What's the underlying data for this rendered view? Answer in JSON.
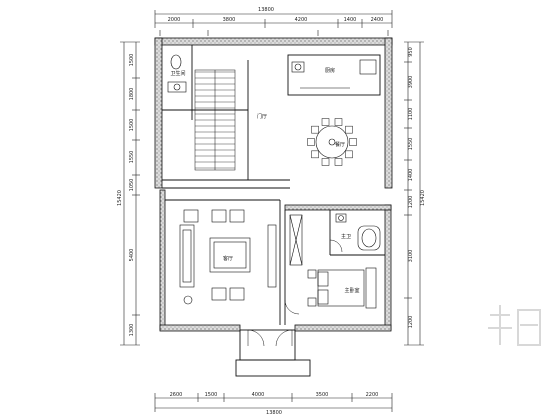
{
  "drawing": {
    "type": "floor-plan",
    "background": "#ffffff",
    "line_color": "#111111",
    "wall_fill": "#cfcfcf",
    "watermark_color": "#d8d8d8"
  },
  "dimensions": {
    "top_total": "13800",
    "top_segments": [
      "2000",
      "3800",
      "4200",
      "1400",
      "2400"
    ],
    "bottom_total": "13800",
    "bottom_segments": [
      "2600",
      "1500",
      "4000",
      "3500",
      "2200"
    ],
    "left_total": "15420",
    "left_segments": [
      "1500",
      "1800",
      "1500",
      "1550",
      "1050",
      "5400",
      "1300"
    ],
    "right_total": "15420",
    "right_segments": [
      "950",
      "3900",
      "1100",
      "1550",
      "1400",
      "1200",
      "3100",
      "1200"
    ]
  },
  "rooms": {
    "bathroom": "卫生间",
    "kitchen": "厨房",
    "hall": "门厅",
    "dining": "餐厅",
    "living": "客厅",
    "bath2": "主卫",
    "bedroom": "主卧室"
  }
}
